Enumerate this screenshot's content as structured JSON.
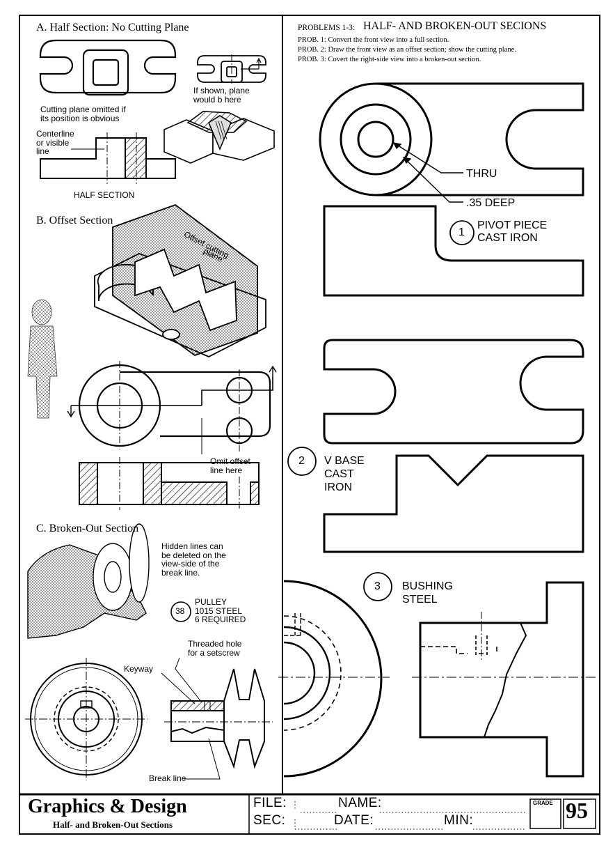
{
  "sections": {
    "a_title": "A. Half Section: No Cutting Plane",
    "b_title": "B. Offset Section",
    "c_title": "C. Broken-Out Section"
  },
  "problems": {
    "heading_prefix": "PROBLEMS 1-3:",
    "heading_title": "HALF- AND BROKEN-OUT SECIONS",
    "lines": [
      "PROB. 1: Convert the front view into a full section.",
      "PROB. 2: Draw the front view as an offset section; show the cutting plane.",
      "PROB. 3: Covert the right-side view into a broken-out section."
    ]
  },
  "section_a_notes": {
    "if_shown": "If shown, plane\nwould b here",
    "omitted": "Cutting plane omitted if\nits position is obvious",
    "centerline": "Centerline\nor visible\nline",
    "half_section": "HALF SECTION"
  },
  "section_b_notes": {
    "offset_plane_1": "Offset cutting",
    "offset_plane_2": "plane",
    "omit_offset": "Omit offset\nline here"
  },
  "section_c_notes": {
    "hidden_lines": "Hidden lines can\nbe deleted on the\nview-side of the\nbreak line.",
    "part_number": "38",
    "part_desc": "PULLEY\n1015 STEEL\n6 REQUIRED",
    "threaded": "Threaded hole\nfor a setscrew",
    "keyway": "Keyway",
    "break_line": "Break line"
  },
  "prob1": {
    "thru": "THRU",
    "deep": ".35 DEEP",
    "number": "1",
    "desc": "PIVOT PIECE\nCAST IRON"
  },
  "prob2": {
    "number": "2",
    "desc": "V BASE\nCAST\nIRON"
  },
  "prob3": {
    "number": "3",
    "desc": "BUSHING\nSTEEL"
  },
  "title_block": {
    "brand": "Graphics & Design",
    "subtitle": "Half- and Broken-Out Sections",
    "file_label": "FILE:",
    "name_label": "NAME:",
    "sec_label": "SEC:",
    "date_label": "DATE:",
    "min_label": "MIN:",
    "grade_label": "GRADE",
    "page_number": "95"
  }
}
